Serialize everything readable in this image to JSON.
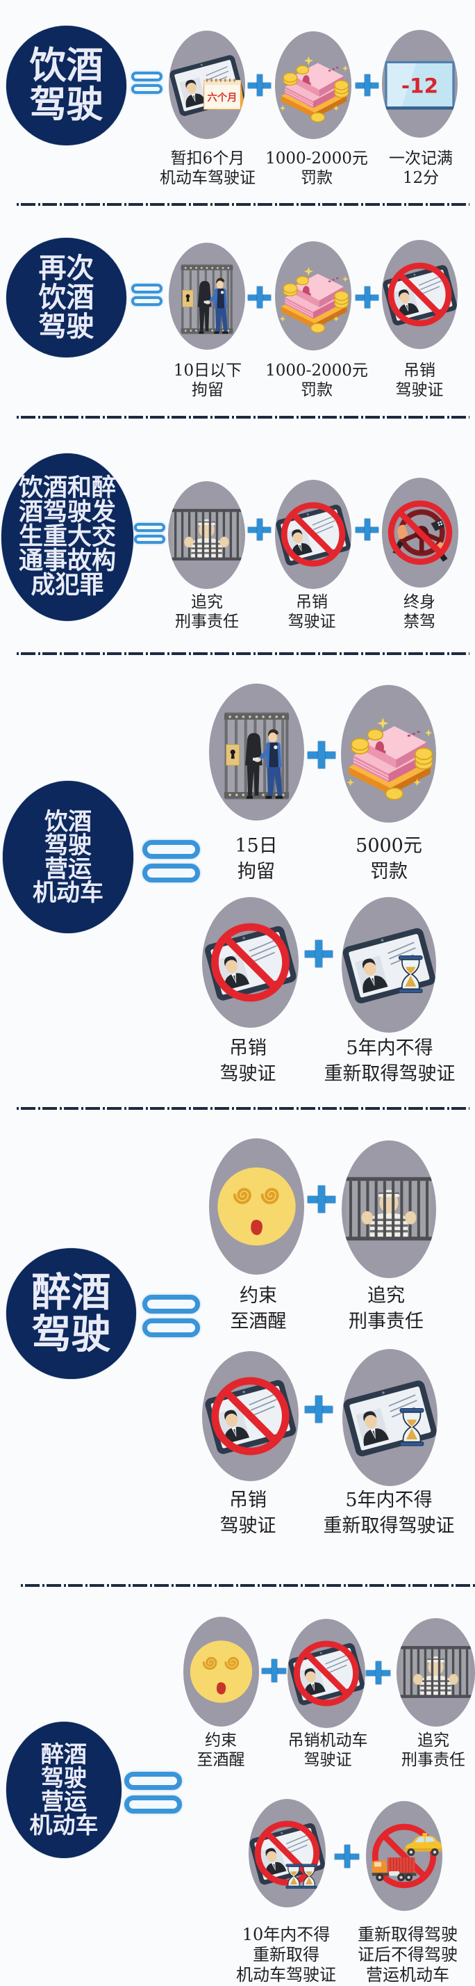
{
  "sections": [
    {
      "title": [
        "饮酒",
        "驾驶"
      ],
      "items": [
        {
          "icon": "license-suspended-calendar-icon",
          "icon_text": "六个月",
          "label": [
            "暂扣6个月",
            "机动车驾驶证"
          ]
        },
        {
          "icon": "money-fine-icon",
          "label": [
            "1000-2000元",
            "罚款"
          ]
        },
        {
          "icon": "points-deduction-screen-icon",
          "icon_text": "-12",
          "label": [
            "一次记满",
            "12分"
          ]
        }
      ]
    },
    {
      "title": [
        "再次",
        "饮酒",
        "驾驶"
      ],
      "items": [
        {
          "icon": "detention-icon",
          "label": [
            "10日以下",
            "拘留"
          ]
        },
        {
          "icon": "money-fine-icon",
          "label": [
            "1000-2000元",
            "罚款"
          ]
        },
        {
          "icon": "license-revoked-icon",
          "label": [
            "吊销",
            "驾驶证"
          ]
        }
      ]
    },
    {
      "title": [
        "饮酒和醉",
        "酒驾驶发",
        "生重大交",
        "通事故构",
        "成犯罪"
      ],
      "items": [
        {
          "icon": "prison-icon",
          "label": [
            "追究",
            "刑事责任"
          ]
        },
        {
          "icon": "license-revoked-icon",
          "label": [
            "吊销",
            "驾驶证"
          ]
        },
        {
          "icon": "lifetime-driving-ban-icon",
          "label": [
            "终身",
            "禁驾"
          ]
        }
      ]
    },
    {
      "title": [
        "饮酒",
        "驾驶",
        "营运",
        "机动车"
      ],
      "items": [
        {
          "icon": "detention-icon",
          "label": [
            "15日",
            "拘留"
          ]
        },
        {
          "icon": "money-fine-icon",
          "label": [
            "5000元",
            "罚款"
          ]
        },
        {
          "icon": "license-revoked-icon",
          "label": [
            "吊销",
            "驾驶证"
          ]
        },
        {
          "icon": "license-hourglass-icon",
          "label": [
            "5年内不得",
            "重新取得驾驶证"
          ]
        }
      ]
    },
    {
      "title": [
        "醉酒",
        "驾驶"
      ],
      "items": [
        {
          "icon": "dizzy-face-icon",
          "label": [
            "约束",
            "至酒醒"
          ]
        },
        {
          "icon": "prison-icon",
          "label": [
            "追究",
            "刑事责任"
          ]
        },
        {
          "icon": "license-revoked-icon",
          "label": [
            "吊销",
            "驾驶证"
          ]
        },
        {
          "icon": "license-hourglass-icon",
          "label": [
            "5年内不得",
            "重新取得驾驶证"
          ]
        }
      ]
    },
    {
      "title": [
        "醉酒",
        "驾驶",
        "营运",
        "机动车"
      ],
      "items": [
        {
          "icon": "dizzy-face-icon",
          "label": [
            "约束",
            "至酒醒"
          ]
        },
        {
          "icon": "license-revoked-icon",
          "label": [
            "吊销机动车",
            "驾驶证"
          ]
        },
        {
          "icon": "prison-icon",
          "label": [
            "追究",
            "刑事责任"
          ]
        },
        {
          "icon": "license-double-hourglass-banned-icon",
          "label": [
            "10年内不得",
            "重新取得",
            "机动车驾驶证"
          ]
        },
        {
          "icon": "commercial-vehicles-banned-icon",
          "label": [
            "重新取得驾驶",
            "证后不得驾驶",
            "营运机动车"
          ]
        }
      ]
    }
  ],
  "operators": {
    "equals": "equals-icon",
    "plus": "plus-icon"
  },
  "colors": {
    "title_badge_bg": "#0c285c",
    "title_text": "#e9ebf7",
    "icon_oval_bg": "#9b9aa6",
    "operator_blue": "#3a94d8",
    "ban_red": "#e3262d",
    "divider": "#1c2b40",
    "label_text": "#1f1f22",
    "page_bg": "#fafbfd"
  }
}
